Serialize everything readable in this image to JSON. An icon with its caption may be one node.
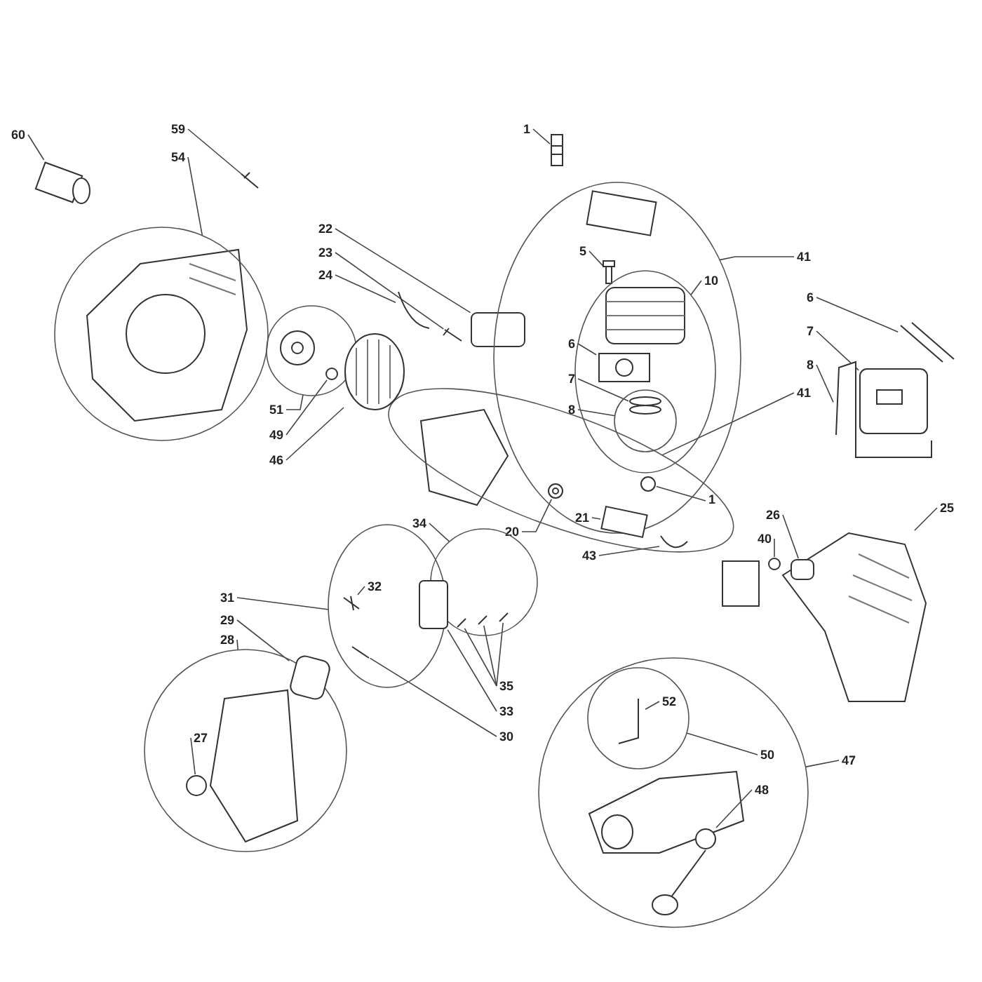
{
  "diagram": {
    "nodes": [
      {
        "text": [
          "59"
        ]
      },
      {
        "text": [
          "1"
        ]
      },
      {
        "text": [
          "54"
        ]
      },
      {
        "text": [
          "60"
        ]
      },
      {
        "text": [
          "22"
        ]
      },
      {
        "text": [
          "41"
        ]
      },
      {
        "text": [
          "23"
        ]
      },
      {
        "text": [
          "5"
        ],
        "in": 47
      },
      {
        "text": [
          "24"
        ]
      },
      {
        "text": [
          "10"
        ],
        "in": 47
      },
      {
        "text": [
          "6"
        ]
      },
      {
        "text": [
          "7"
        ]
      },
      {
        "text": [
          "6"
        ],
        "in": 47
      },
      {
        "text": [
          "8"
        ]
      },
      {
        "text": [
          "7"
        ],
        "in": 47
      },
      {
        "text": [
          "51"
        ]
      },
      {
        "text": [
          "41"
        ]
      },
      {
        "text": [
          "8"
        ],
        "in": 47
      },
      {
        "text": [
          "49"
        ]
      },
      {
        "text": [
          "46"
        ]
      },
      {
        "text": [
          "1"
        ],
        "in": 57
      },
      {
        "text": [
          "20"
        ]
      },
      {
        "text": [
          "26"
        ]
      },
      {
        "text": [
          "21"
        ]
      },
      {
        "text": [
          "25"
        ]
      },
      {
        "text": [
          "34"
        ]
      },
      {
        "text": [
          "43"
        ]
      },
      {
        "text": [
          "40"
        ]
      },
      {
        "text": [
          "32"
        ],
        "in": 69
      },
      {
        "text": [
          "31"
        ]
      },
      {
        "text": [
          "29"
        ]
      },
      {
        "text": [
          "28"
        ]
      },
      {
        "text": [
          "35"
        ]
      },
      {
        "text": [
          "52"
        ],
        "in": 76
      },
      {
        "text": [
          "33"
        ]
      },
      {
        "text": [
          "30"
        ]
      },
      {
        "text": [
          "27"
        ],
        "in": 71
      },
      {
        "text": [
          "50"
        ],
        "in": 75
      },
      {
        "text": [
          "47"
        ]
      },
      {
        "text": [
          "48"
        ],
        "in": 75
      },
      {
        "text": [],
        "shape": "picture"
      },
      {
        "text": [],
        "shape": "circle"
      },
      {
        "text": [],
        "shape": "cylinder"
      },
      {
        "text": [],
        "shape": "picture"
      },
      {
        "text": [],
        "shape": "box"
      },
      {
        "text": [],
        "shape": "picture"
      },
      {
        "text": [],
        "shape": "picture"
      },
      {
        "text": [],
        "shape": "ellipse"
      },
      {
        "text": [],
        "shape": "picture",
        "in": 47
      },
      {
        "text": [],
        "shape": "ellipse",
        "in": 47
      },
      {
        "text": [],
        "shape": "picture",
        "in": 49
      },
      {
        "text": [],
        "shape": "circle",
        "in": 49
      },
      {
        "text": [],
        "shape": "circle",
        "in": 51
      },
      {
        "text": [],
        "shape": "picture"
      },
      {
        "text": [],
        "shape": "picture",
        "in": 55
      },
      {
        "text": [],
        "shape": "picture"
      },
      {
        "text": [],
        "shape": "circle"
      },
      {
        "text": [],
        "shape": "ellipse"
      },
      {
        "text": [],
        "shape": "circle",
        "in": 56
      },
      {
        "text": [],
        "shape": "picture"
      },
      {
        "text": [],
        "shape": "circle"
      },
      {
        "text": [],
        "shape": "picture"
      },
      {
        "text": [],
        "shape": "box",
        "in": 64
      },
      {
        "text": [],
        "shape": "box",
        "in": 57
      },
      {
        "text": [],
        "shape": "picture"
      },
      {
        "text": [],
        "shape": "circle"
      },
      {
        "text": [],
        "shape": "picture",
        "in": 57
      },
      {
        "text": [],
        "shape": "circle"
      },
      {
        "text": [],
        "shape": "picture",
        "in": 69
      },
      {
        "text": [],
        "shape": "ellipse"
      },
      {
        "text": [],
        "shape": "box",
        "in": 71
      },
      {
        "text": [],
        "shape": "circle"
      },
      {
        "text": [],
        "shape": "picture",
        "in": 65
      },
      {
        "text": [],
        "shape": "picture",
        "in": 65
      },
      {
        "text": [],
        "shape": "picture",
        "in": 65
      },
      {
        "text": [],
        "shape": "circle"
      },
      {
        "text": [],
        "shape": "circle",
        "in": 75
      },
      {
        "text": [],
        "shape": "picture",
        "in": 76
      },
      {
        "text": [],
        "shape": "circle",
        "in": 75
      },
      {
        "text": [],
        "shape": "box",
        "in": 69
      },
      {
        "text": [],
        "shape": "picture",
        "in": 69
      },
      {
        "text": [],
        "shape": "circle",
        "in": 71
      }
    ],
    "edges": [
      {
        "from": 0,
        "to": 40,
        "arrow": "none"
      },
      {
        "from": 1,
        "to": 43,
        "arrow": "none"
      },
      {
        "from": 2,
        "to": 41,
        "arrow": "none"
      },
      {
        "from": 3,
        "to": 42,
        "arrow": "none"
      },
      {
        "from": 4,
        "to": 44,
        "arrow": "none"
      },
      {
        "from": 5,
        "to": 47,
        "arrow": "none"
      },
      {
        "from": 6,
        "to": 45,
        "arrow": "none"
      },
      {
        "from": 7,
        "to": 48,
        "arrow": "none"
      },
      {
        "from": 8,
        "to": 46,
        "arrow": "none"
      },
      {
        "from": 9,
        "to": 49,
        "arrow": "none"
      },
      {
        "from": 10,
        "to": 53,
        "arrow": "none"
      },
      {
        "from": 11,
        "to": 54,
        "arrow": "none"
      },
      {
        "from": 12,
        "to": 50,
        "arrow": "none"
      },
      {
        "from": 13,
        "to": 55,
        "arrow": "none"
      },
      {
        "from": 14,
        "to": 52,
        "arrow": "none"
      },
      {
        "from": 15,
        "to": 56,
        "arrow": "none"
      },
      {
        "from": 16,
        "to": 57,
        "arrow": "none"
      },
      {
        "from": 17,
        "to": 51,
        "arrow": "none"
      },
      {
        "from": 18,
        "to": 58,
        "arrow": "none"
      },
      {
        "from": 19,
        "to": 59,
        "arrow": "none"
      },
      {
        "from": 20,
        "to": 60,
        "arrow": "none"
      },
      {
        "from": 21,
        "to": 61,
        "arrow": "none"
      },
      {
        "from": 22,
        "to": 62,
        "arrow": "none"
      },
      {
        "from": 23,
        "to": 63,
        "arrow": "none"
      },
      {
        "from": 24,
        "to": 64,
        "arrow": "none"
      },
      {
        "from": 25,
        "to": 65,
        "arrow": "none"
      },
      {
        "from": 26,
        "to": 66,
        "arrow": "none"
      },
      {
        "from": 27,
        "to": 67,
        "arrow": "none"
      },
      {
        "from": 28,
        "to": 68,
        "arrow": "none"
      },
      {
        "from": 29,
        "to": 69,
        "arrow": "none"
      },
      {
        "from": 30,
        "to": 70,
        "arrow": "none"
      },
      {
        "from": 31,
        "to": 71,
        "arrow": "none"
      },
      {
        "from": 32,
        "to": 72,
        "arrow": "none"
      },
      {
        "from": 32,
        "to": 73,
        "arrow": "none"
      },
      {
        "from": 32,
        "to": 74,
        "arrow": "none"
      },
      {
        "from": 33,
        "to": 77,
        "arrow": "none"
      },
      {
        "from": 34,
        "to": 79,
        "arrow": "none"
      },
      {
        "from": 35,
        "to": 80,
        "arrow": "none"
      },
      {
        "from": 36,
        "to": 81,
        "arrow": "none"
      },
      {
        "from": 37,
        "to": 76,
        "arrow": "none"
      },
      {
        "from": 38,
        "to": 75,
        "arrow": "none"
      },
      {
        "from": 39,
        "to": 78,
        "arrow": "none"
      }
    ]
  }
}
